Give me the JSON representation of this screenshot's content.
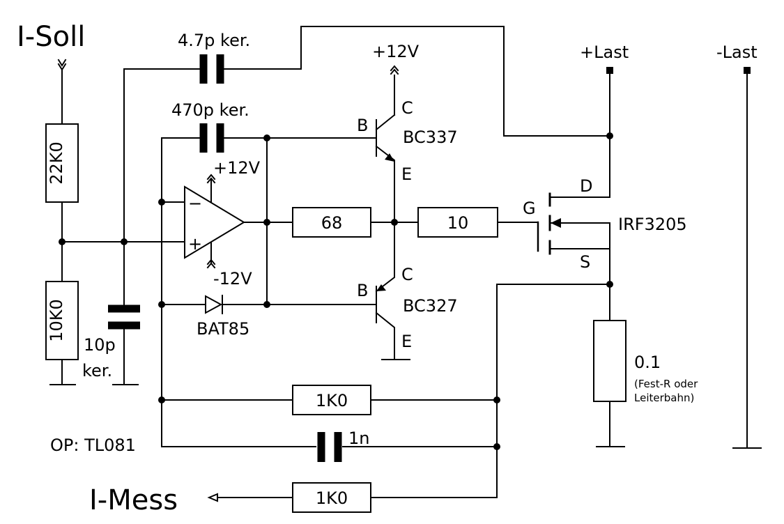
{
  "colors": {
    "plus12": "#d42020",
    "minus12": "#1a9ad6",
    "plus_last": "#9a3f8e",
    "minus_last": "#1a9ad6"
  },
  "labels": {
    "i_soll": "I-Soll",
    "i_mess": "I-Mess",
    "c_4p7": "4.7p ker.",
    "c_470p": "470p ker.",
    "c_10p_line1": "10p",
    "c_10p_line2": "ker.",
    "c_1n": "1n",
    "r_22k": "22K0",
    "r_10k": "10K0",
    "r_68": "68",
    "r_10": "10",
    "r_1k_fb": "1K0",
    "r_1k_out": "1K0",
    "r_shunt": "0.1",
    "shunt_note_1": "(Fest-R oder",
    "shunt_note_2": "Leiterbahn)",
    "vcc_top": "+12V",
    "vcc_op": "+12V",
    "vee_op": "-12V",
    "opamp_minus": "−",
    "opamp_plus": "+",
    "opamp_type": "OP: TL081",
    "diode": "BAT85",
    "q1": "BC337",
    "q2": "BC327",
    "mosfet": "IRF3205",
    "pin_b1": "B",
    "pin_c1": "C",
    "pin_e1": "E",
    "pin_b2": "B",
    "pin_c2": "C",
    "pin_e2": "E",
    "pin_g": "G",
    "pin_d": "D",
    "pin_s": "S",
    "plus_last": "+Last",
    "minus_last": "-Last"
  }
}
